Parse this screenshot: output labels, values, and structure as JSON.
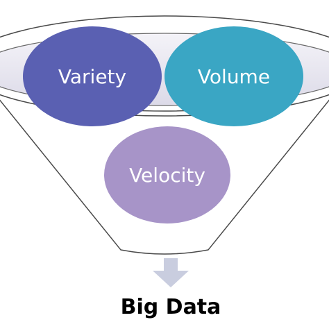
{
  "diagram": {
    "variety": {
      "label": "Variety",
      "color": "#5a60b2"
    },
    "volume": {
      "label": "Volume",
      "color": "#3aa6c4"
    },
    "velocity": {
      "label": "Velocity",
      "color": "#a794c8"
    },
    "output": {
      "label": "Big Data"
    },
    "funnel_color": "#eceaf3",
    "funnel_stroke": "#4a4a4a",
    "arrow_color": "#c9cddf"
  }
}
